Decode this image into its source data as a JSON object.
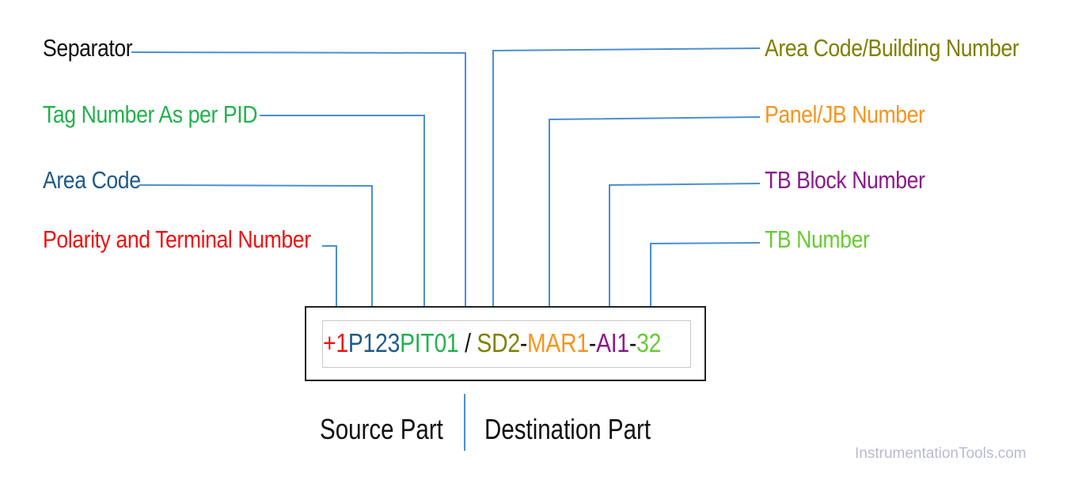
{
  "labels": {
    "separator": {
      "text": "Separator",
      "color": "#111111"
    },
    "tag_number": {
      "text": "Tag Number As per PID",
      "color": "#22b14c"
    },
    "area_code": {
      "text": "Area Code",
      "color": "#1f5a8a"
    },
    "polarity": {
      "text": "Polarity and Terminal Number",
      "color": "#ee1111"
    },
    "area_building": {
      "text": "Area Code/Building Number",
      "color": "#7f7f00"
    },
    "panel_jb": {
      "text": "Panel/JB Number",
      "color": "#f7941d"
    },
    "tb_block": {
      "text": "TB Block Number",
      "color": "#8b1a8b"
    },
    "tb_number": {
      "text": "TB Number",
      "color": "#66cc33"
    }
  },
  "code": {
    "segments": [
      {
        "text": "+1",
        "color": "#ee1111"
      },
      {
        "text": "P123",
        "color": "#1f5a8a"
      },
      {
        "text": "PIT01",
        "color": "#22b14c"
      },
      {
        "text": " / ",
        "color": "#111111"
      },
      {
        "text": "SD2",
        "color": "#7f7f00"
      },
      {
        "text": "-",
        "color": "#111111"
      },
      {
        "text": "MAR1",
        "color": "#f7941d"
      },
      {
        "text": "-",
        "color": "#111111"
      },
      {
        "text": "AI1",
        "color": "#8b1a8b"
      },
      {
        "text": "-",
        "color": "#111111"
      },
      {
        "text": "32",
        "color": "#66cc33"
      }
    ]
  },
  "parts": {
    "source": "Source Part",
    "destination": "Destination Part"
  },
  "watermark": "InstrumentationTools.com",
  "line_color": "#4b8fd1"
}
